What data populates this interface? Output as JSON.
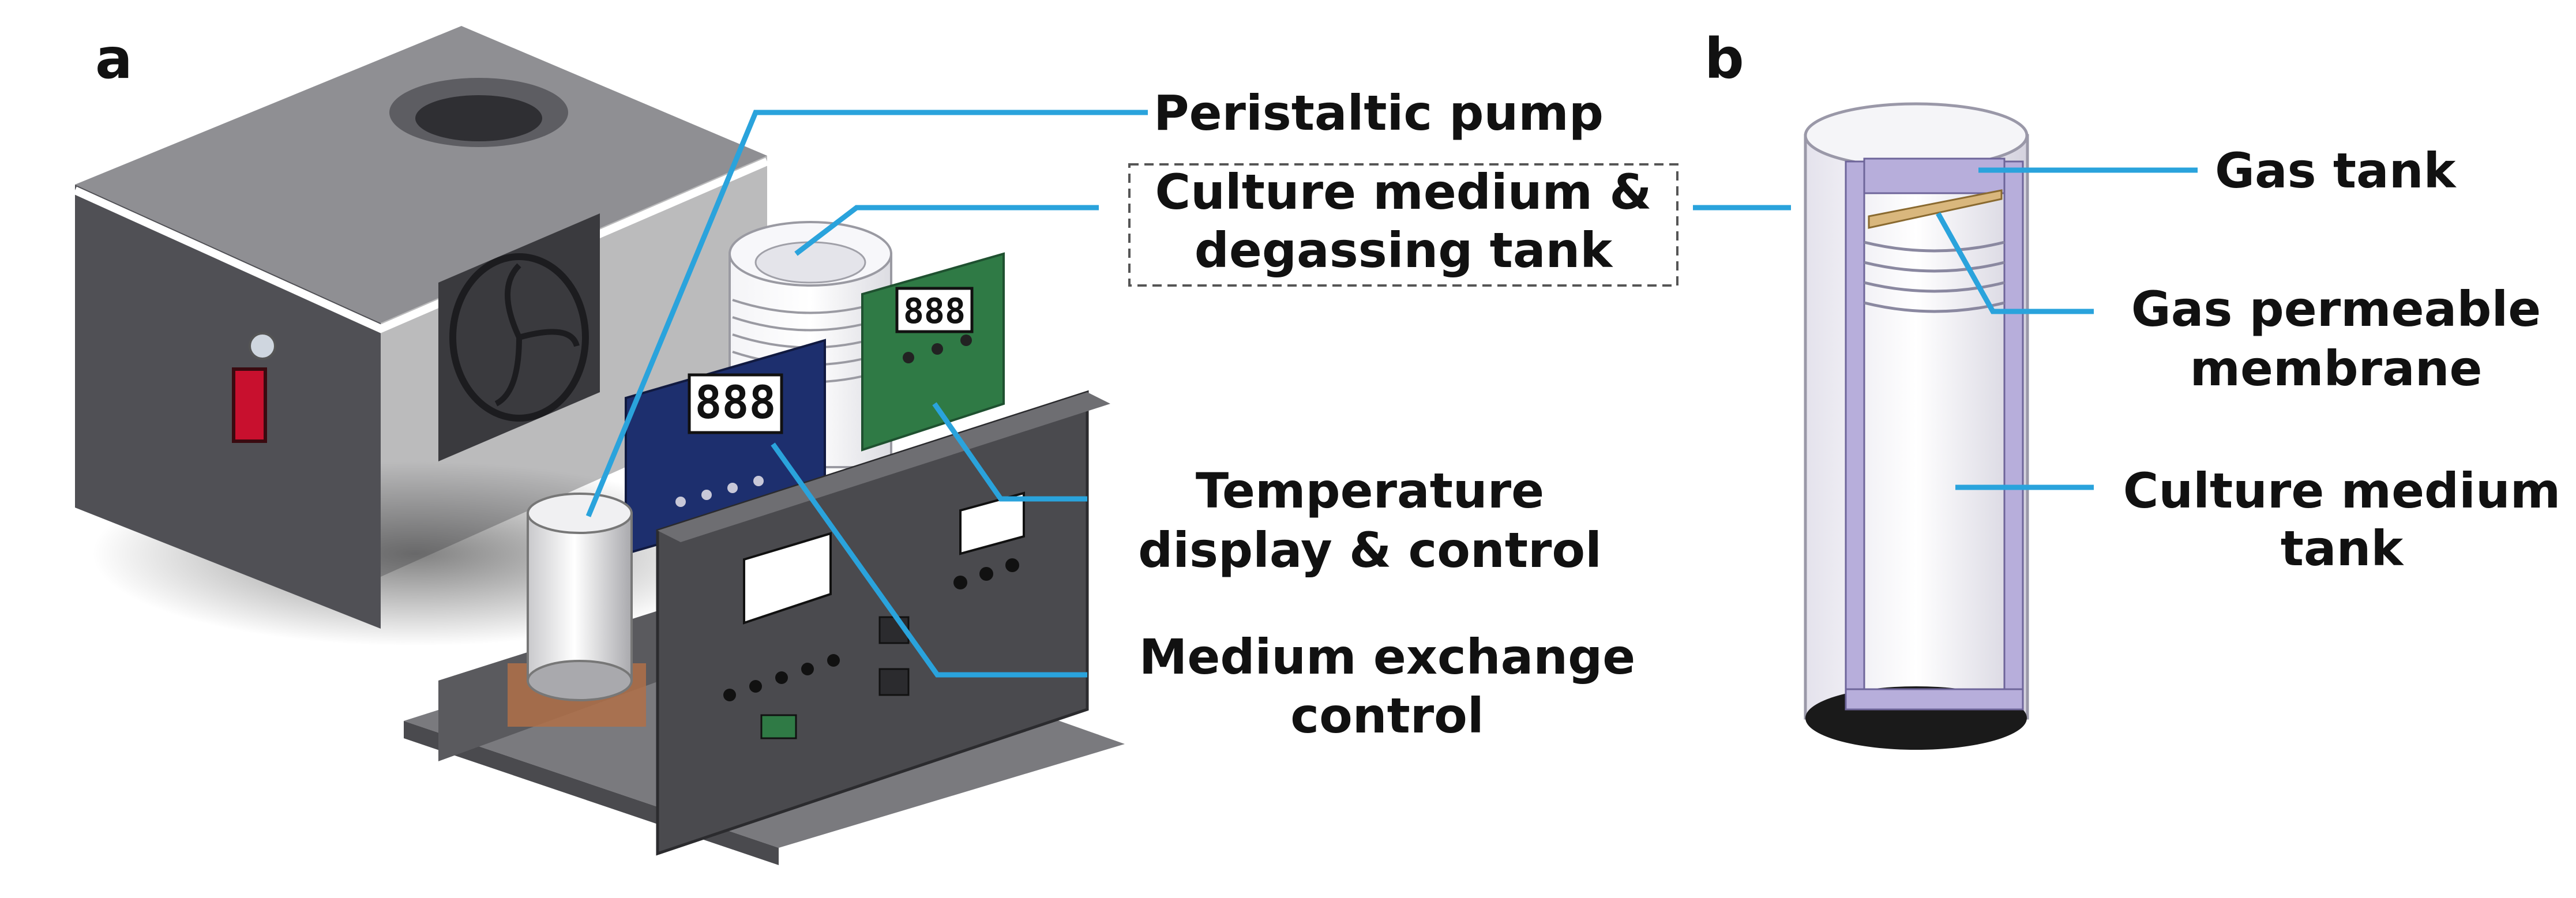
{
  "panels": {
    "a": {
      "letter": "a",
      "labels": {
        "pump": "Peristaltic pump",
        "medium_tank": [
          "Culture medium &",
          "degassing tank"
        ],
        "temperature": [
          "Temperature",
          "display & control"
        ],
        "exchange": [
          "Medium exchange",
          "control"
        ]
      },
      "displays": {
        "left": "888",
        "right": "888"
      }
    },
    "b": {
      "letter": "b",
      "labels": {
        "gas_tank": "Gas tank",
        "membrane": [
          "Gas permeable",
          "membrane"
        ],
        "medium_tank": [
          "Culture medium",
          "tank"
        ]
      }
    }
  },
  "colors": {
    "leader": "#2aa3dc",
    "housing_dark": "#4a4a4e",
    "housing_mid": "#6e6e72",
    "housing_light": "#9b9b9f",
    "board_blue": "#1d2f6e",
    "board_green": "#2f7a45",
    "switch_red": "#c8102e",
    "membrane": "#d9b77d",
    "tube_wall": "#b7aedb",
    "glass": "#ececf2"
  }
}
